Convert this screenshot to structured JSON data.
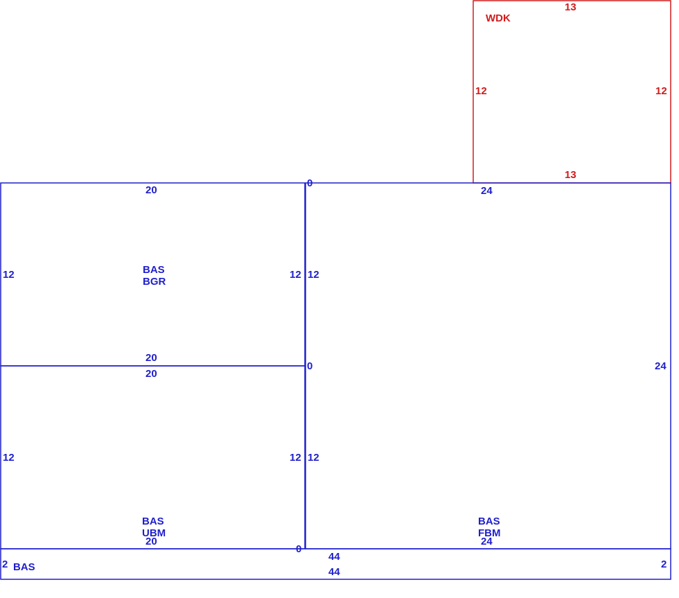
{
  "colors": {
    "base": "#1f1fcc",
    "deck": "#d11b1b"
  },
  "rooms": {
    "bgr": {
      "line1": "BAS",
      "line2": "BGR",
      "top": "20",
      "bottom": "20",
      "left": "12",
      "right": "12"
    },
    "ubm": {
      "line1": "BAS",
      "line2": "UBM",
      "top": "20",
      "bottom": "20",
      "left": "12",
      "right": "12"
    },
    "fbm": {
      "line1": "BAS",
      "line2": "FBM",
      "top": "24",
      "bottom": "24",
      "left": "12",
      "left_lower": "12",
      "right": "24"
    },
    "strip": {
      "label": "BAS",
      "top": "44",
      "bottom": "44",
      "left": "2",
      "right": "2"
    },
    "wdk": {
      "label": "WDK",
      "top": "13",
      "bottom": "13",
      "left": "12",
      "right": "12"
    }
  },
  "zero_markers": {
    "top": "0",
    "middle": "0",
    "bottom": "0"
  }
}
